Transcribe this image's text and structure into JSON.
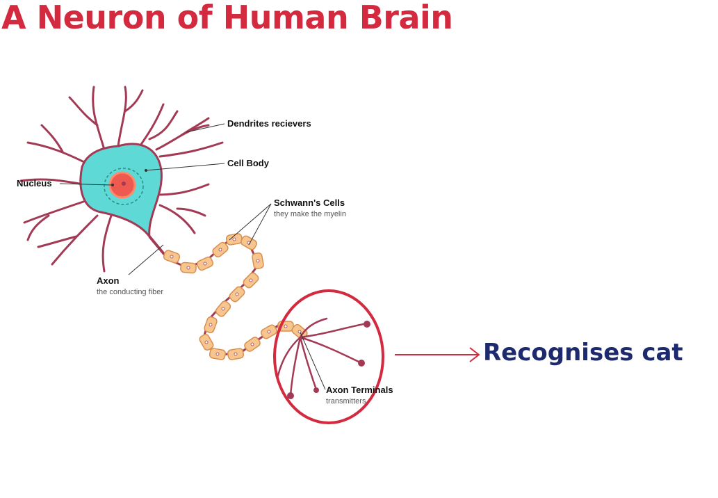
{
  "title": "A Neuron of Human Brain",
  "labels": {
    "dendrites": "Dendrites recievers",
    "cell_body": "Cell Body",
    "nucleus": "Nucleus",
    "schwann_title": "Schwann's Cells",
    "schwann_sub": "they make the myelin",
    "axon_title": "Axon",
    "axon_sub": "the conducting fiber",
    "terminals_title": "Axon Terminals",
    "terminals_sub": "transmitters"
  },
  "result": "Recognises cat",
  "colors": {
    "title": "#d32a3f",
    "cell_body": "#5fd9d6",
    "dendrite": "#a33a55",
    "nucleus": "#ee5a4f",
    "schwann": "#f7c58e",
    "highlight": "#d32a3f",
    "result": "#1e2a6e"
  }
}
